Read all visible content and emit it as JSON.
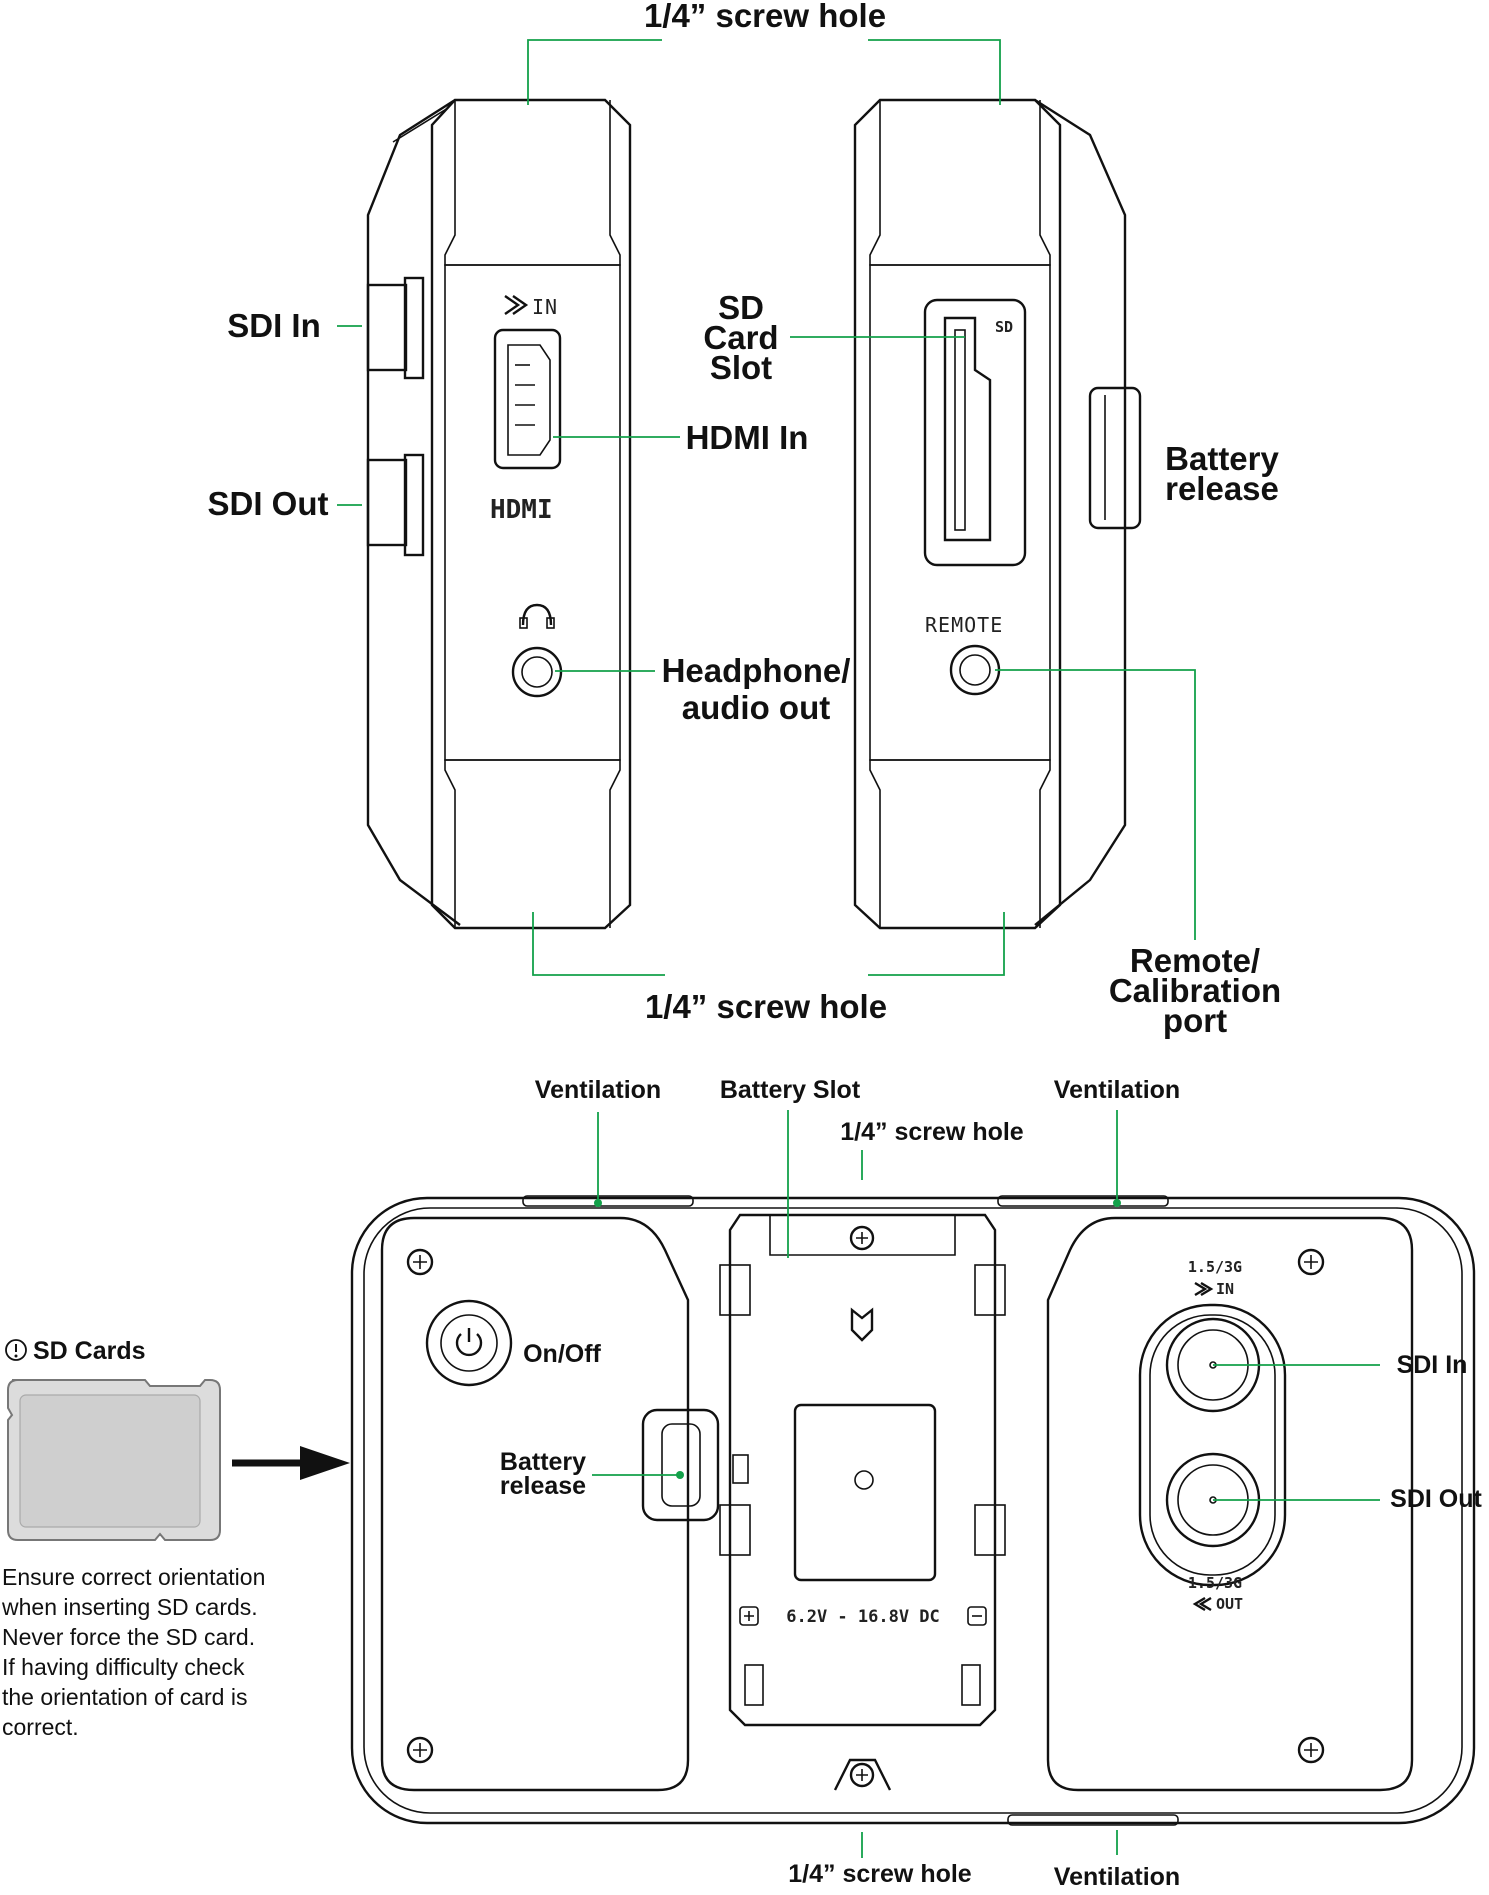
{
  "side_view": {
    "labels": {
      "screw_hole_top": "1/4” screw hole",
      "screw_hole_bottom": "1/4” screw hole",
      "sdi_in": "SDI In",
      "sdi_out": "SDI Out",
      "hdmi_in": "HDMI In",
      "headphone_line1": "Headphone/",
      "headphone_line2": "audio out",
      "sd_slot_line1": "SD",
      "sd_slot_line2": "Card",
      "sd_slot_line3": "Slot",
      "battery_release_line1": "Battery",
      "battery_release_line2": "release",
      "remote_line1": "Remote/",
      "remote_line2": "Calibration",
      "remote_line3": "port"
    },
    "printed": {
      "in_marking": "IN",
      "hdmi_logo": "HDMI",
      "sd_marking": "SD",
      "remote_marking": "REMOTE"
    }
  },
  "back_view": {
    "labels": {
      "ventilation_top_left": "Ventilation",
      "battery_slot": "Battery Slot",
      "ventilation_top_right": "Ventilation",
      "screw_hole_top": "1/4” screw hole",
      "on_off": "On/Off",
      "battery_release_line1": "Battery",
      "battery_release_line2": "release",
      "sdi_in": "SDI In",
      "sdi_out": "SDI Out",
      "screw_hole_bottom": "1/4” screw hole",
      "ventilation_bottom": "Ventilation"
    },
    "printed": {
      "sdi_in_rate": "1.5/3G",
      "sdi_in_dir": "IN",
      "sdi_out_rate": "1.5/3G",
      "sdi_out_dir": "OUT",
      "voltage": "6.2V - 16.8V DC"
    }
  },
  "sd_note": {
    "title": "SD Cards",
    "lines": [
      "Ensure correct orientation",
      "when inserting SD cards.",
      "Never force the SD card.",
      "If having difficulty check",
      "the orientation of card is",
      "correct."
    ]
  },
  "colors": {
    "leader_line": "#13a14a",
    "outline": "#111111",
    "sd_card_fill": "#dcdcdc"
  }
}
